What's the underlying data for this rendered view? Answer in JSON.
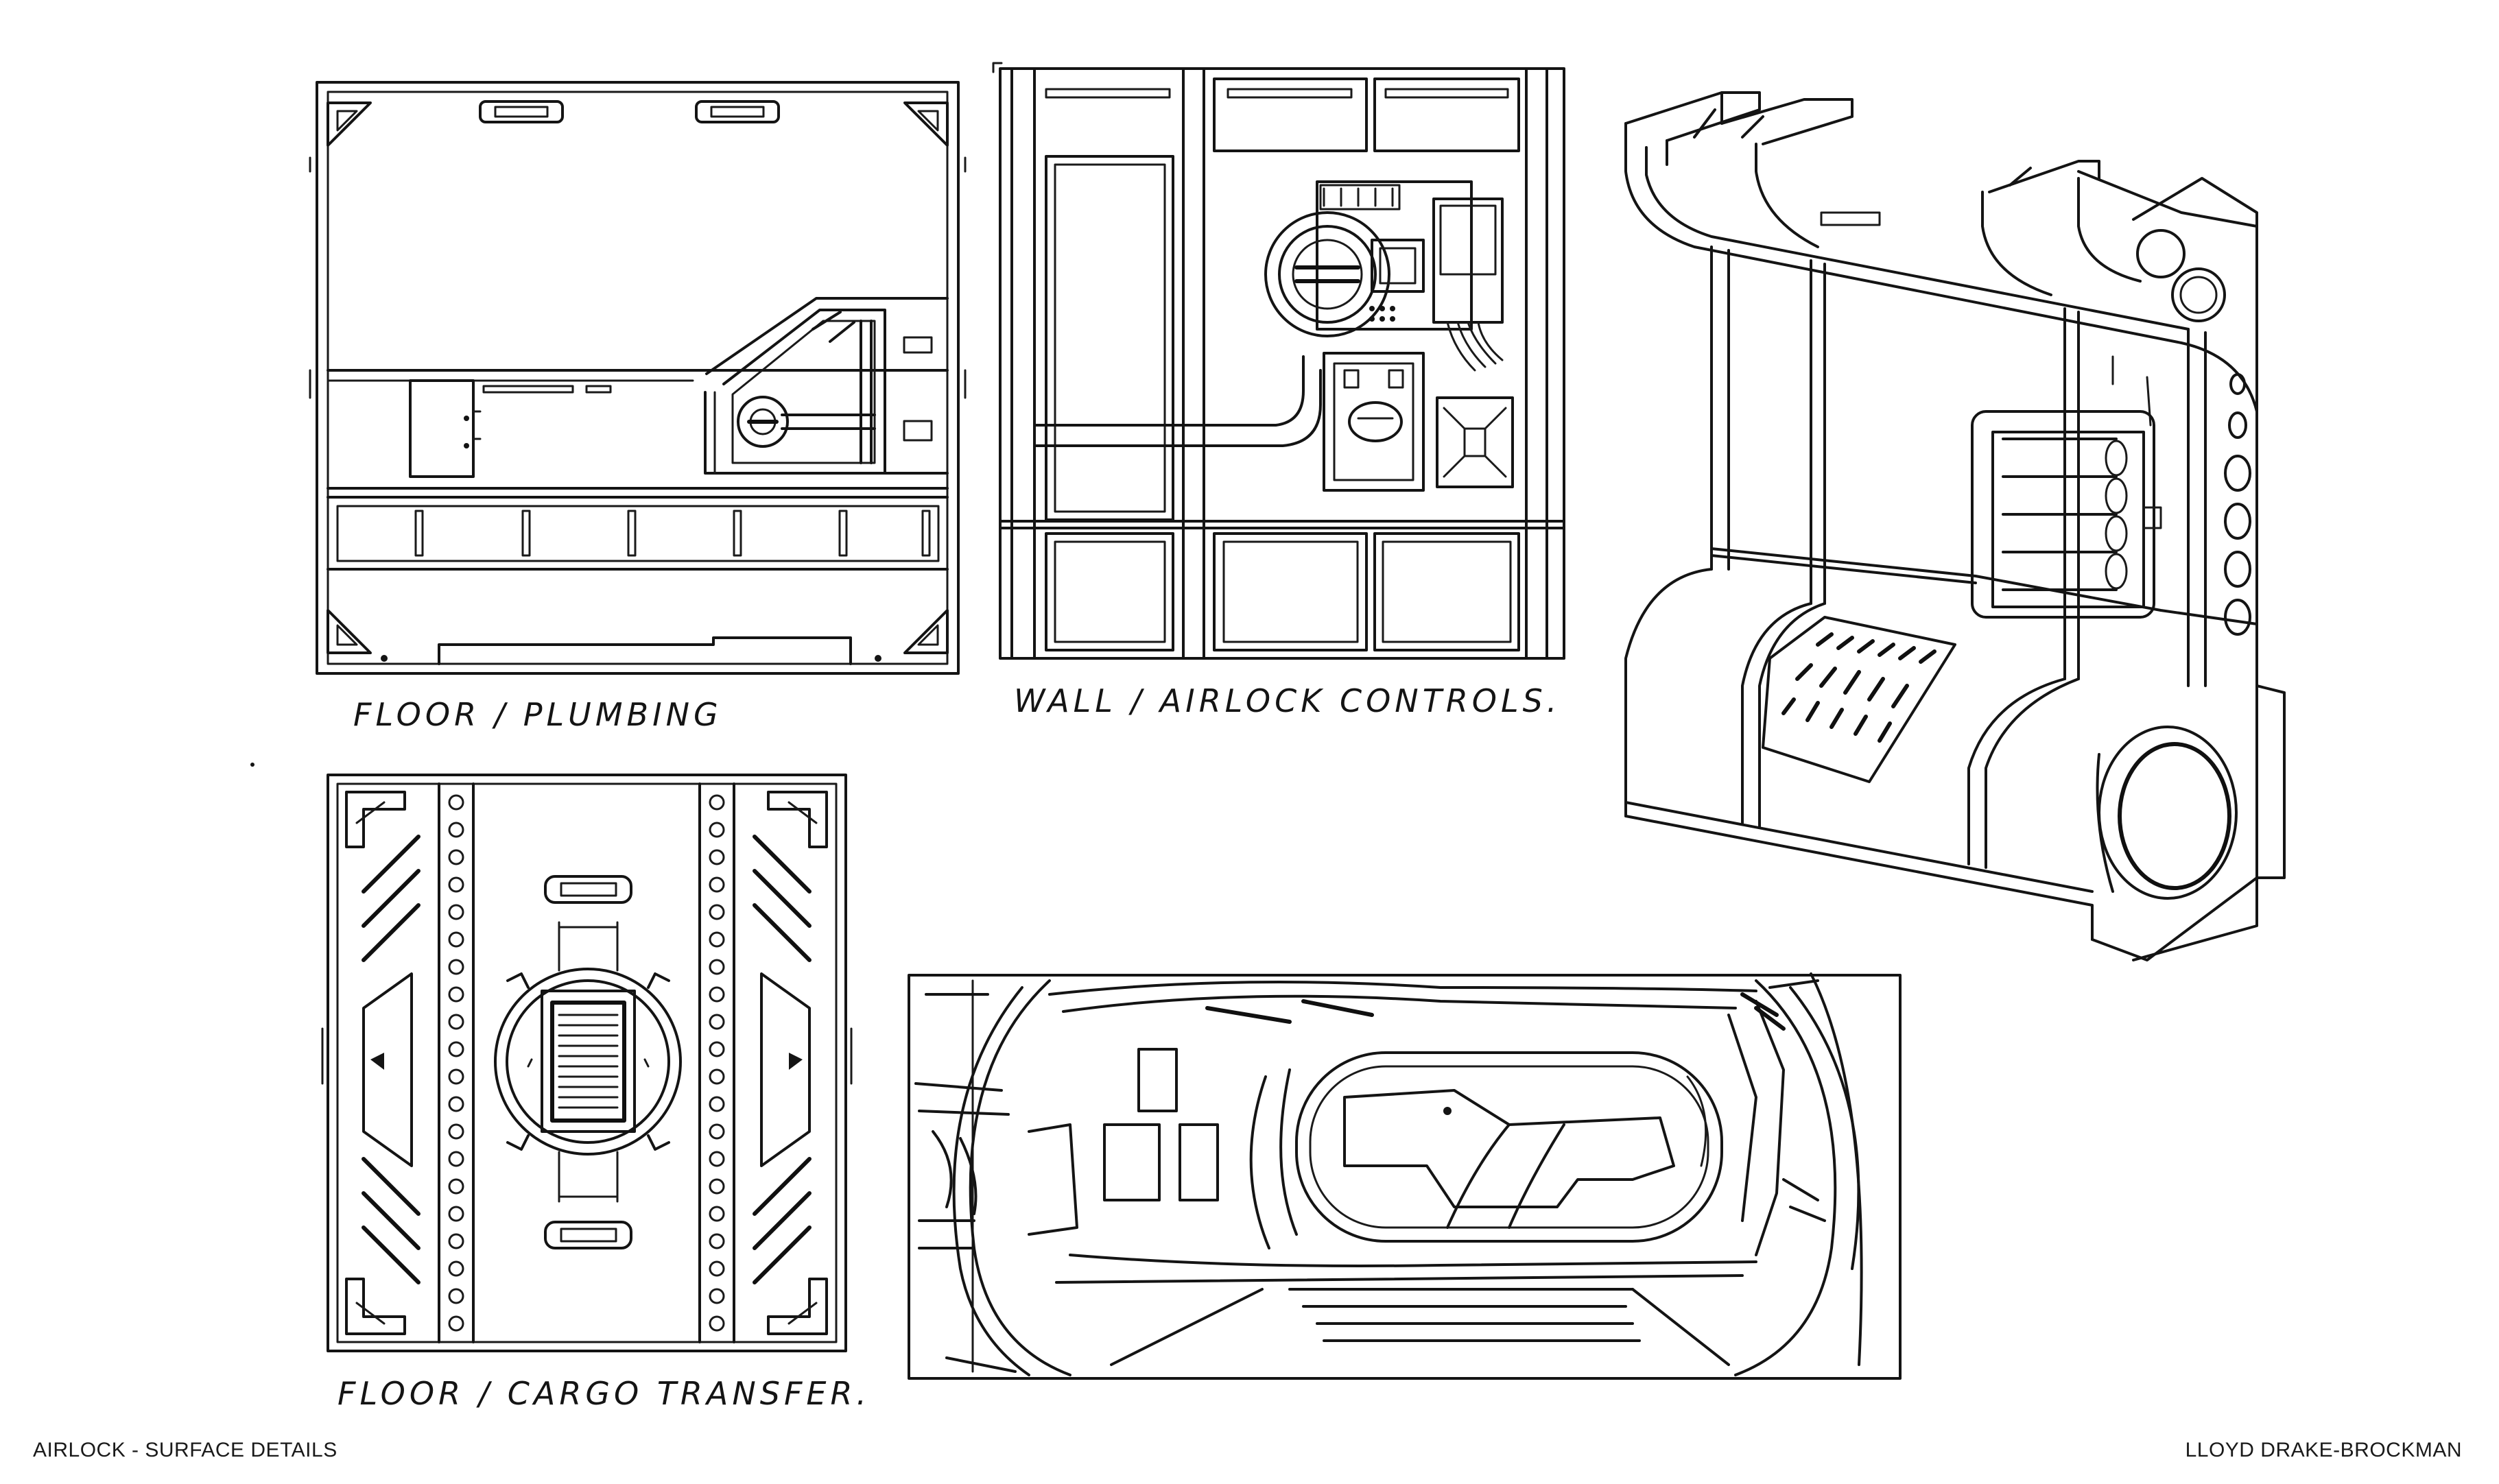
{
  "sheet": {
    "title": "AIRLOCK - SURFACE DETAILS",
    "artist": "LLOYD DRAKE-BROCKMAN"
  },
  "sketches": {
    "floor_plumbing": {
      "label": "FLOOR / PLUMBING"
    },
    "wall_airlock_controls": {
      "label": "WALL / AIRLOCK CONTROLS."
    },
    "floor_cargo_transfer": {
      "label": "FLOOR / CARGO TRANSFER."
    },
    "airlock_module": {
      "label": ""
    },
    "interior_rough": {
      "label": ""
    }
  },
  "colors": {
    "ink": "#141414",
    "paper": "#ffffff"
  }
}
